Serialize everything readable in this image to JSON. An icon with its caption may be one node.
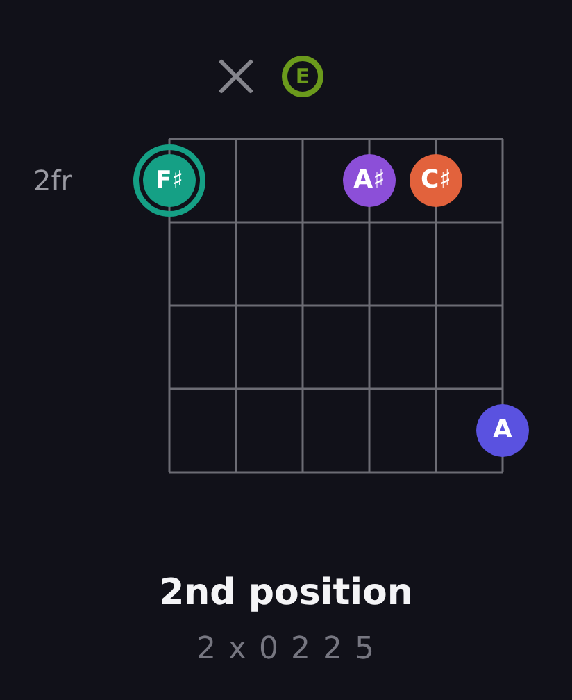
{
  "diagram": {
    "title": "2nd position",
    "nodes": [
      {
        "text": [
          "E"
        ]
      },
      {
        "text": [
          "F♯"
        ]
      },
      {
        "text": [
          "A♯"
        ]
      },
      {
        "text": [
          "C♯"
        ]
      },
      {
        "text": [
          "A"
        ]
      }
    ],
    "labels": [
      "2fr",
      "2 x 0 2 2 5"
    ]
  }
}
